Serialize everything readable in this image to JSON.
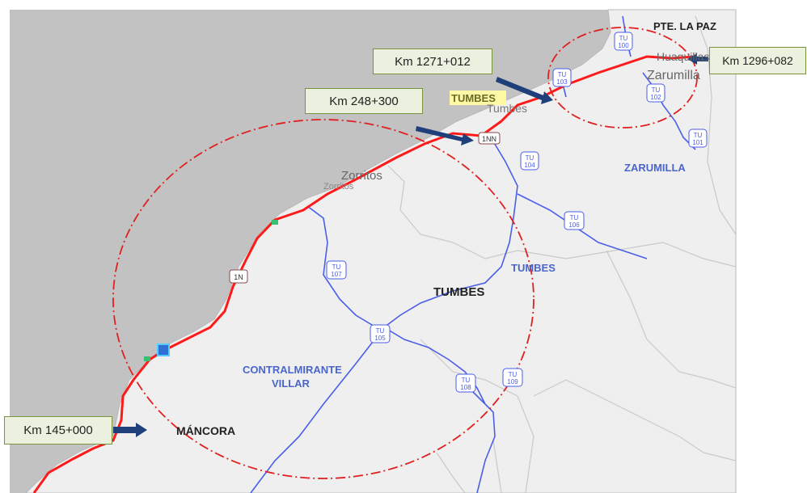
{
  "map": {
    "colors": {
      "sea": "#c2c2c2",
      "land": "#efefef",
      "highway": "#ff1a1a",
      "road": "#4a5ee8",
      "circle": "#e02020",
      "callout_fill": "#ebf1de",
      "callout_border": "#77933c",
      "arrow": "#1f3f7a"
    },
    "callouts": {
      "km_1271": "Km 1271+012",
      "km_248": "Km 248+300",
      "km_145": "Km 145+000",
      "km_1296": "Km 1296+082"
    },
    "places": {
      "pte_la_paz": "PTE. LA PAZ",
      "tumbes_city": "TUMBES",
      "tumbes_city_sub": "Tumbes",
      "zorritos": "Zorritos",
      "zorritos_sub": "Zorritos",
      "zarumilla_town": "Zarumilla",
      "aguas_verdes": "Huaquillas",
      "mancora": "MÁNCORA"
    },
    "regions": {
      "zarumilla": "ZARUMILLA",
      "tumbes_province": "TUMBES",
      "tumbes_department": "TUMBES",
      "contralmirante_line1": "CONTRALMIRANTE",
      "contralmirante_line2": "VILLAR"
    },
    "road_shields": {
      "r_1n": "1N",
      "r_1nn": "1NN",
      "r_104_a": "TU",
      "r_104_b": "104",
      "r_103_a": "TU",
      "r_103_b": "103",
      "r_102_a": "TU",
      "r_102_b": "102",
      "r_101_a": "TU",
      "r_101_b": "101",
      "r_106_a": "TU",
      "r_106_b": "106",
      "r_107_a": "TU",
      "r_107_b": "107",
      "r_105_a": "TU",
      "r_105_b": "105",
      "r_108_a": "TU",
      "r_108_b": "108",
      "r_109_a": "TU",
      "r_109_b": "109",
      "r_100_a": "TU",
      "r_100_b": "100"
    }
  }
}
